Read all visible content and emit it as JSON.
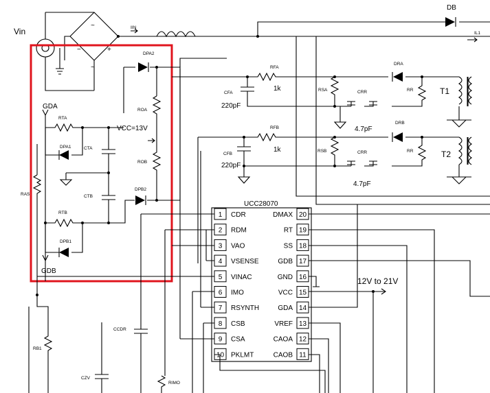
{
  "highlight_color": "#e0141e",
  "labels": {
    "vin": "Vin",
    "iin": "IIN",
    "il1": "IL1",
    "db": "DB",
    "dpa2": "DPA2",
    "dpb2": "DPB2",
    "dpa1": "DPA1",
    "dpb1": "DPB1",
    "gda": "GDA",
    "gdb": "GDB",
    "rta": "RTA",
    "rtb": "RTB",
    "roa": "ROA",
    "rob": "ROB",
    "cta": "CTA",
    "ctb": "CTB",
    "ras": "RAS",
    "vcc13": "VCC=13V",
    "rfa": "RFA",
    "rfb": "RFB",
    "r1k_a": "1k",
    "r1k_b": "1k",
    "cfa": "CFA",
    "cfb": "CFB",
    "c220_a": "220pF",
    "c220_b": "220pF",
    "rsa": "RSA",
    "rsb": "RSB",
    "crr_a": "CRR",
    "crr_b": "CRR",
    "c47_a": "4.7pF",
    "c47_b": "4.7pF",
    "dra": "DRA",
    "drb": "DRB",
    "rr_a": "RR",
    "rr_b": "RR",
    "t1": "T1",
    "t2": "T2",
    "rb1": "RB1",
    "czv": "CZV",
    "ccdr": "CCDR",
    "rimo": "RIMO",
    "ic_name": "UCC28070",
    "vcc_range": "12V to 21V"
  },
  "pins_left": [
    {
      "num": "1",
      "name": "CDR"
    },
    {
      "num": "2",
      "name": "RDM"
    },
    {
      "num": "3",
      "name": "VAO"
    },
    {
      "num": "4",
      "name": "VSENSE"
    },
    {
      "num": "5",
      "name": "VINAC"
    },
    {
      "num": "6",
      "name": "IMO"
    },
    {
      "num": "7",
      "name": "RSYNTH"
    },
    {
      "num": "8",
      "name": "CSB"
    },
    {
      "num": "9",
      "name": "CSA"
    },
    {
      "num": "10",
      "name": "PKLMT"
    }
  ],
  "pins_right": [
    {
      "num": "20",
      "name": "DMAX"
    },
    {
      "num": "19",
      "name": "RT"
    },
    {
      "num": "18",
      "name": "SS"
    },
    {
      "num": "17",
      "name": "GDB"
    },
    {
      "num": "16",
      "name": "GND"
    },
    {
      "num": "15",
      "name": "VCC"
    },
    {
      "num": "14",
      "name": "GDA"
    },
    {
      "num": "13",
      "name": "VREF"
    },
    {
      "num": "12",
      "name": "CAOA"
    },
    {
      "num": "11",
      "name": "CAOB"
    }
  ]
}
